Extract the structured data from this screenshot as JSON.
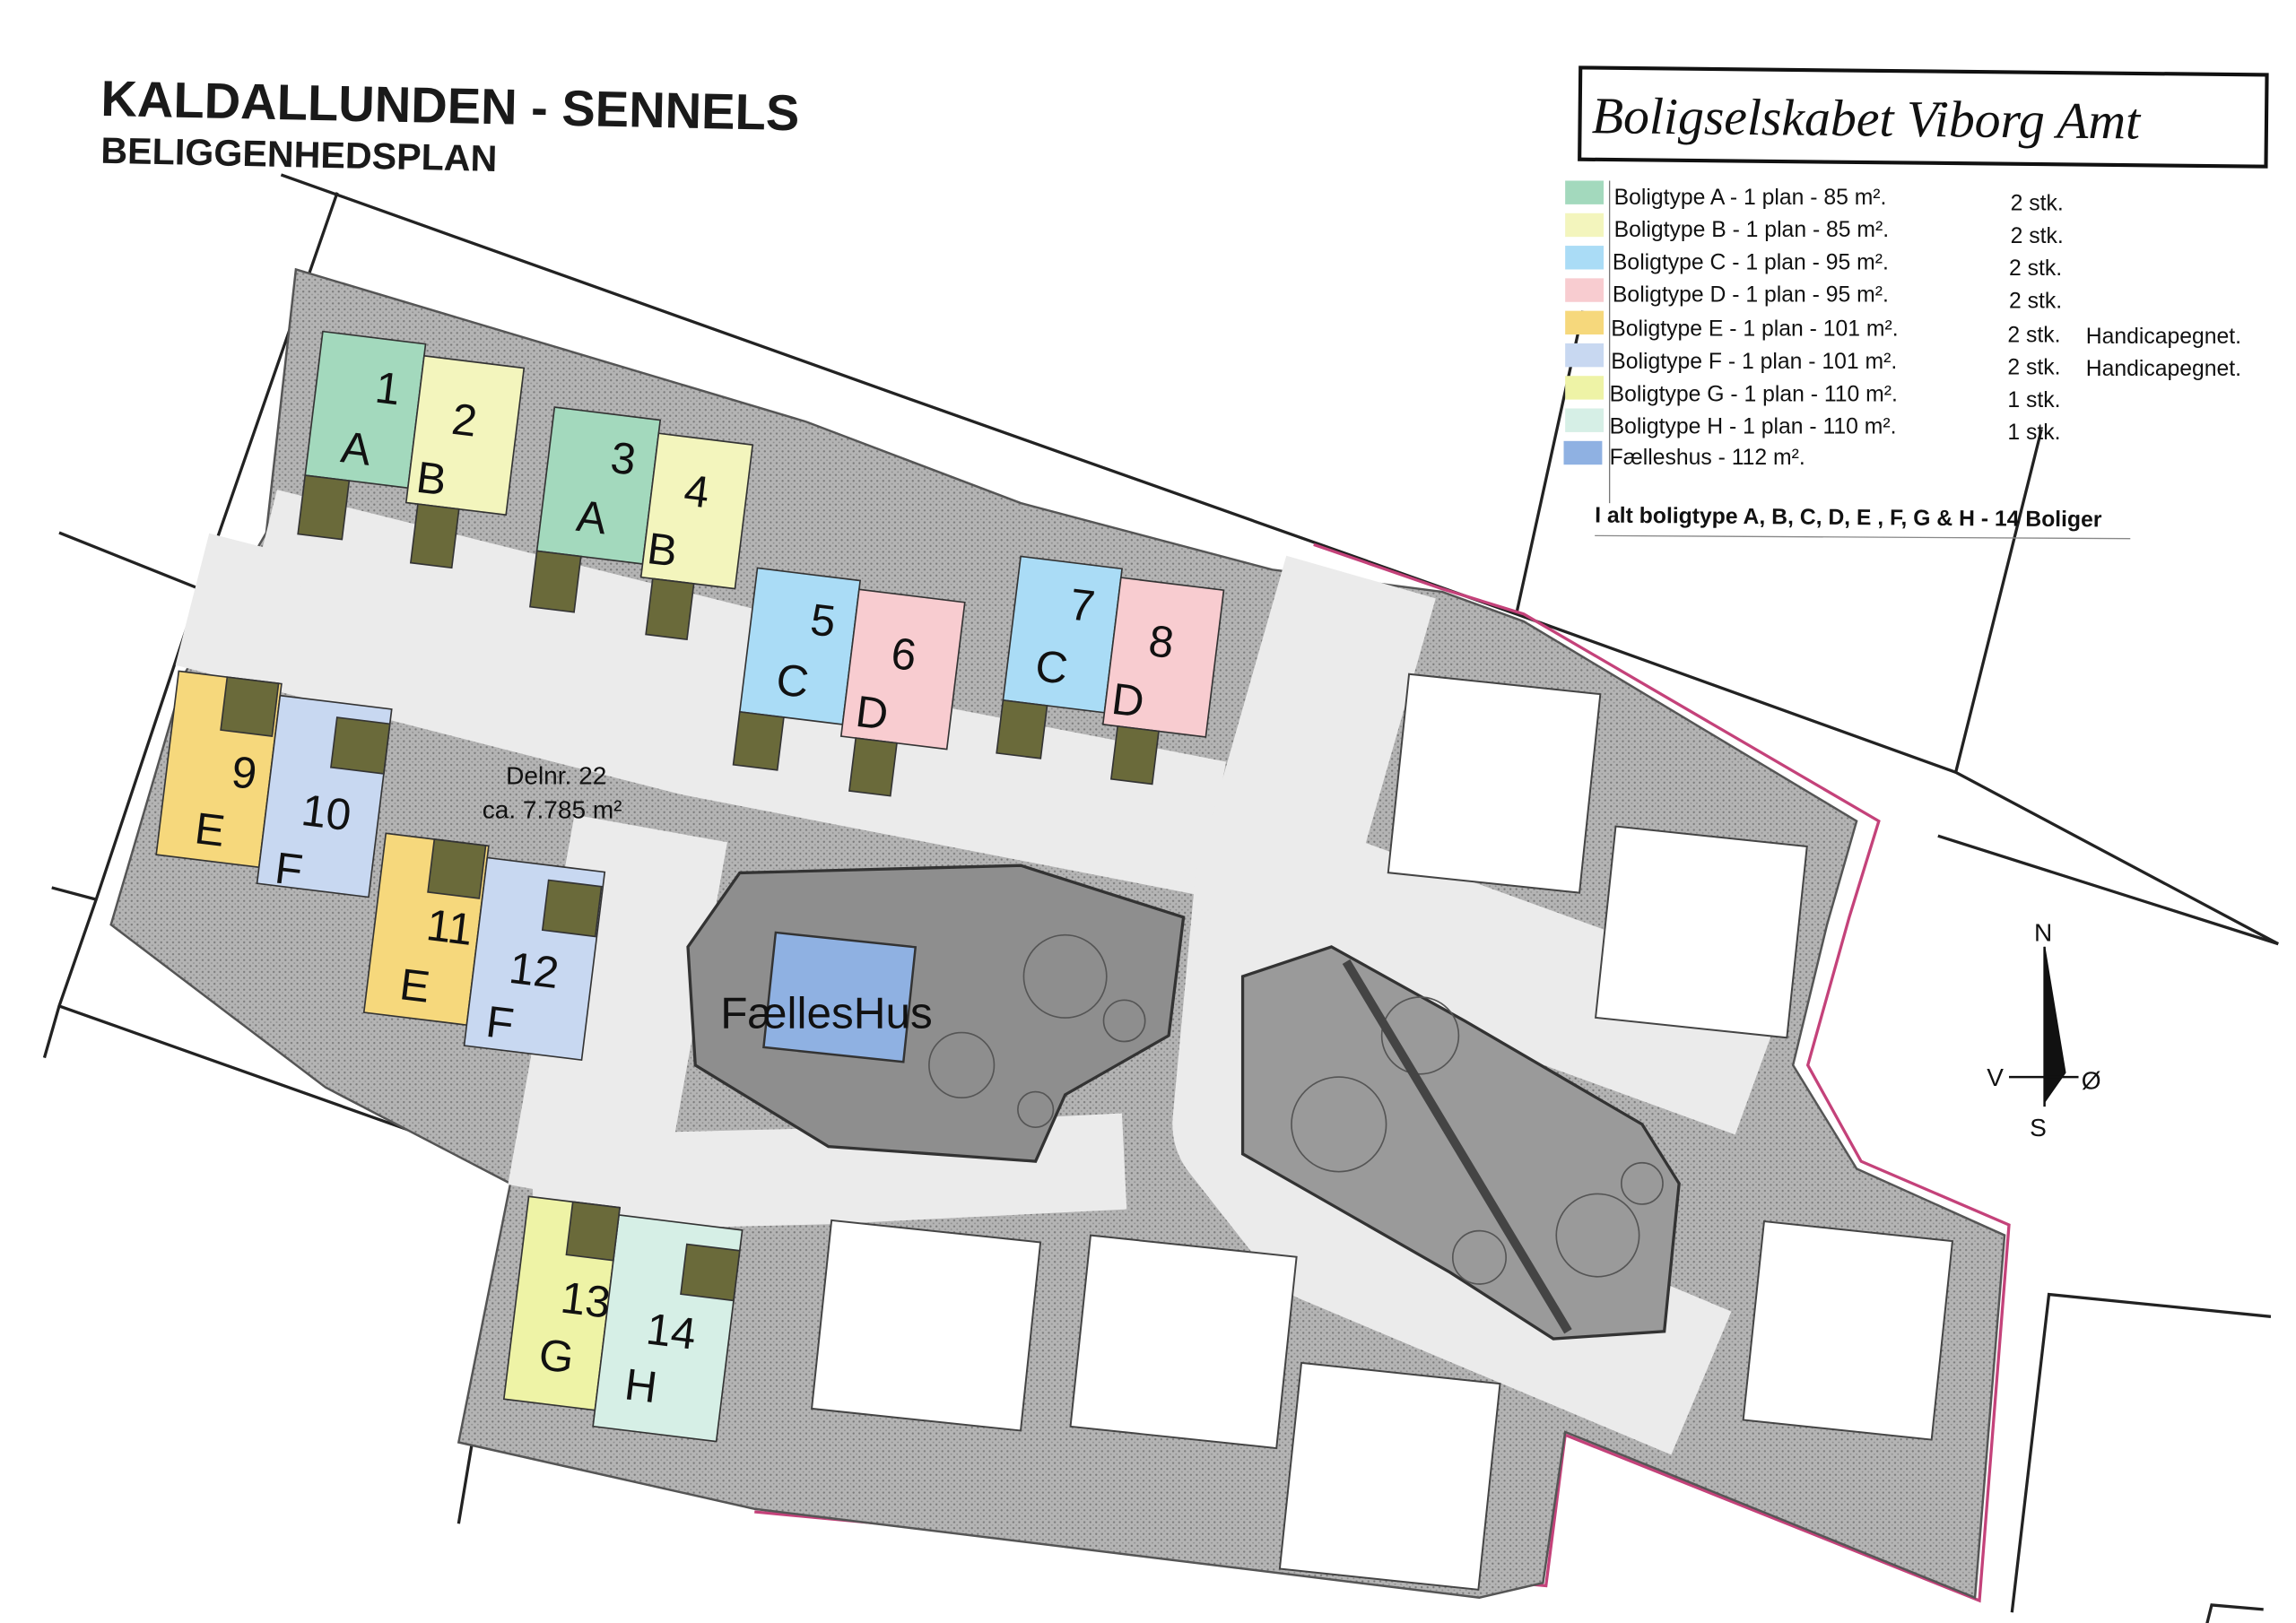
{
  "header": {
    "title": "KALDALLUNDEN  -  SENNELS",
    "subtitle": "BELIGGENHEDSPLAN",
    "brand": "Boligselskabet Viborg Amt"
  },
  "legend": {
    "items": [
      {
        "label": "Boligtype A - 1 plan - 85 m².",
        "count": "2 stk.",
        "note": "",
        "color": "#a3d9bd"
      },
      {
        "label": "Boligtype B - 1 plan - 85 m².",
        "count": "2 stk.",
        "note": "",
        "color": "#f3f5bd"
      },
      {
        "label": "Boligtype C - 1 plan - 95 m².",
        "count": "2 stk.",
        "note": "",
        "color": "#aadcf6"
      },
      {
        "label": "Boligtype D - 1 plan - 95 m².",
        "count": "2 stk.",
        "note": "",
        "color": "#f8ccd0"
      },
      {
        "label": "Boligtype E - 1 plan - 101 m².",
        "count": "2 stk.",
        "note": "Handicapegnet.",
        "color": "#f6d87c"
      },
      {
        "label": "Boligtype F - 1 plan - 101 m².",
        "count": "2 stk.",
        "note": "Handicapegnet.",
        "color": "#c8d8f1"
      },
      {
        "label": "Boligtype G - 1 plan - 110 m².",
        "count": "1 stk.",
        "note": "",
        "color": "#eef3a6"
      },
      {
        "label": "Boligtype H - 1 plan - 110 m².",
        "count": "1 stk.",
        "note": "",
        "color": "#d6efe6"
      },
      {
        "label": "Fælleshus - 112 m².",
        "count": "",
        "note": "",
        "color": "#8fb1e2"
      }
    ],
    "total": "I alt boligtype A, B, C, D, E , F, G & H - 14 Boliger"
  },
  "plan": {
    "parcel_label": "Delnr. 22",
    "parcel_area": "ca. 7.785 m²",
    "common_house": "FællesHus",
    "houses": [
      {
        "left_no": "1",
        "right_no": "2",
        "left_type": "A",
        "right_type": "B"
      },
      {
        "left_no": "3",
        "right_no": "4",
        "left_type": "A",
        "right_type": "B"
      },
      {
        "left_no": "5",
        "right_no": "6",
        "left_type": "C",
        "right_type": "D"
      },
      {
        "left_no": "7",
        "right_no": "8",
        "left_type": "C",
        "right_type": "D"
      },
      {
        "left_no": "9",
        "right_no": "10",
        "left_type": "E",
        "right_type": "F"
      },
      {
        "left_no": "11",
        "right_no": "12",
        "left_type": "E",
        "right_type": "F"
      },
      {
        "left_no": "13",
        "right_no": "14",
        "left_type": "G",
        "right_type": "H"
      }
    ]
  },
  "compass": {
    "north": "N",
    "south": "S",
    "west": "V",
    "east": "Ø"
  }
}
